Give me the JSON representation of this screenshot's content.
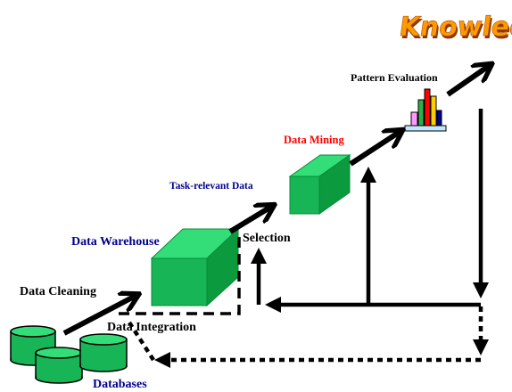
{
  "labels": {
    "knowledge": "Knowledge",
    "pattern_evaluation": "Pattern Evaluation",
    "data_mining": "Data Mining",
    "task_relevant_data": "Task-relevant Data",
    "data_warehouse": "Data Warehouse",
    "selection": "Selection",
    "data_cleaning": "Data Cleaning",
    "data_integration": "Data Integration",
    "databases": "Databases"
  },
  "colors": {
    "knowledge_face": "#ff9a00",
    "knowledge_shadow": "#8a3a00",
    "pattern_evaluation": "#000000",
    "data_mining": "#ff0000",
    "task_relevant_data": "#00008b",
    "data_warehouse": "#00008b",
    "selection": "#000000",
    "data_cleaning": "#000000",
    "data_integration": "#000000",
    "databases": "#00008b",
    "green_light": "#33dd77",
    "green_dark": "#0a8a3a",
    "green_mid": "#17b556",
    "arrow": "#000000"
  },
  "icons": {
    "knowledge": "knowledge-wordart-icon",
    "pattern": "bar-chart-icon",
    "task_relevant_data": "green-box-icon",
    "data_warehouse": "green-box-icon",
    "databases": "database-cylinder-icon"
  }
}
